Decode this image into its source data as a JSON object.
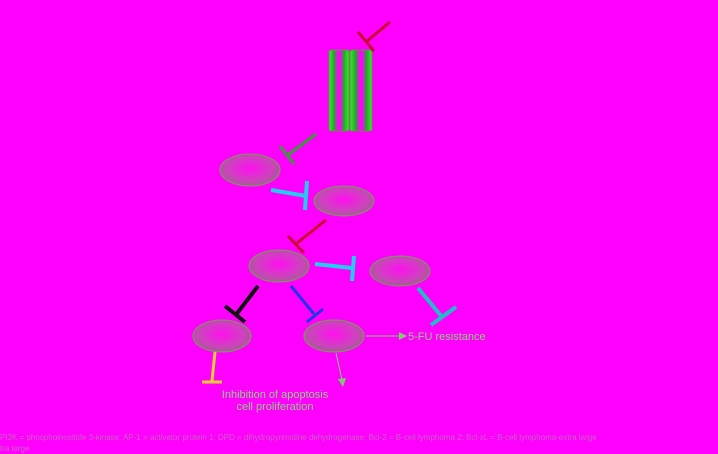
{
  "colors": {
    "background": "#ff00ff",
    "node_fill": "#e040d0",
    "node_stroke": "#7a9a5a",
    "membrane_green": "#22cc22",
    "membrane_stroke": "#6a8a4a",
    "red": "#cc0033",
    "green": "#3a9a3a",
    "cyan": "#22ccee",
    "black": "#111111",
    "blue": "#2233ee",
    "yellow": "#eecc33",
    "teal": "#22bbcc",
    "text_green": "#8ad07a",
    "footnote_text": "#c860c0"
  },
  "labels": {
    "resistance": "5-FU resistance",
    "apoptosis_line1": "Inhibition of apoptosis",
    "apoptosis_line2": "cell proliferation",
    "footnote_line1": "PI3K = phosphoinositide 3-kinase; AP-1 = activator protein 1; DPD = dihydropyrimidine dehydrogenase; Bcl-2 = B-cell lymphoma 2; Bcl-xL = B-cell lymphoma-extra large",
    "footnote_line2": "tra large"
  }
}
